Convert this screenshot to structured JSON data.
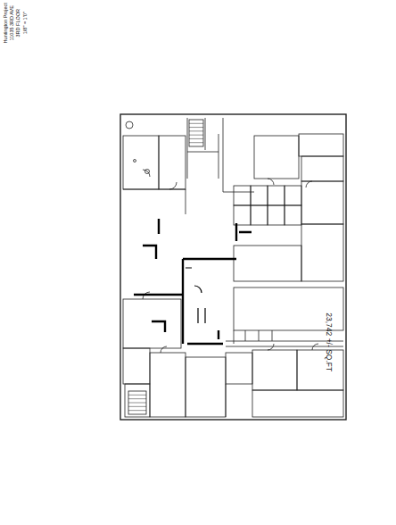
{
  "diagram": {
    "labels": [
      "Huntington Project",
      "11035 3RD AVE",
      "3RD FLOOR",
      "1/8\" = 1'0\"",
      "23,742 +/- SQ.FT"
    ]
  }
}
